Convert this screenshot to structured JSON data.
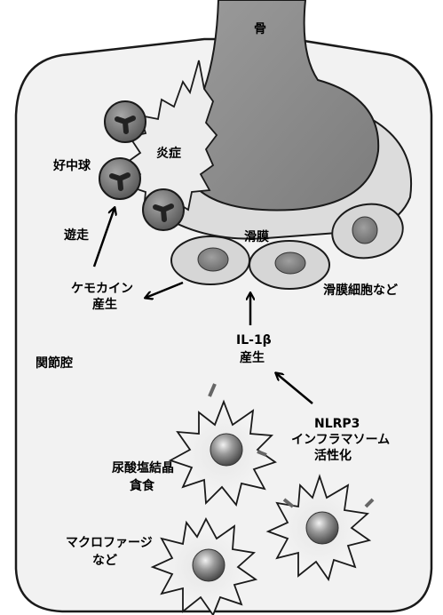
{
  "labels": {
    "bone": "骨",
    "inflammation": "炎症",
    "neutrophil": "好中球",
    "migration": "遊走",
    "synovium": "滑膜",
    "chemokine": "ケモカイン",
    "chemokine_production": "産生",
    "synovial_cells": "滑膜細胞など",
    "il1b": "IL-1β",
    "il1b_production": "産生",
    "joint_cavity": "関節腔",
    "nlrp3": "NLRP3",
    "inflammasome": "インフラマソーム",
    "activation": "活性化",
    "urate_crystal": "尿酸塩結晶",
    "phagocytosis": "貪食",
    "macrophage": "マクロファージ",
    "etc": "など"
  },
  "colors": {
    "capsule_fill": "#f2f2f2",
    "bone_fill": "#8c8c8c",
    "synovium_fill": "#dedede",
    "cell_fill": "#d6d6d6",
    "nucleus_fill": "#8a8a8a",
    "neutrophil_fill": "#7a7a7a",
    "outline": "#1a1a1a"
  }
}
